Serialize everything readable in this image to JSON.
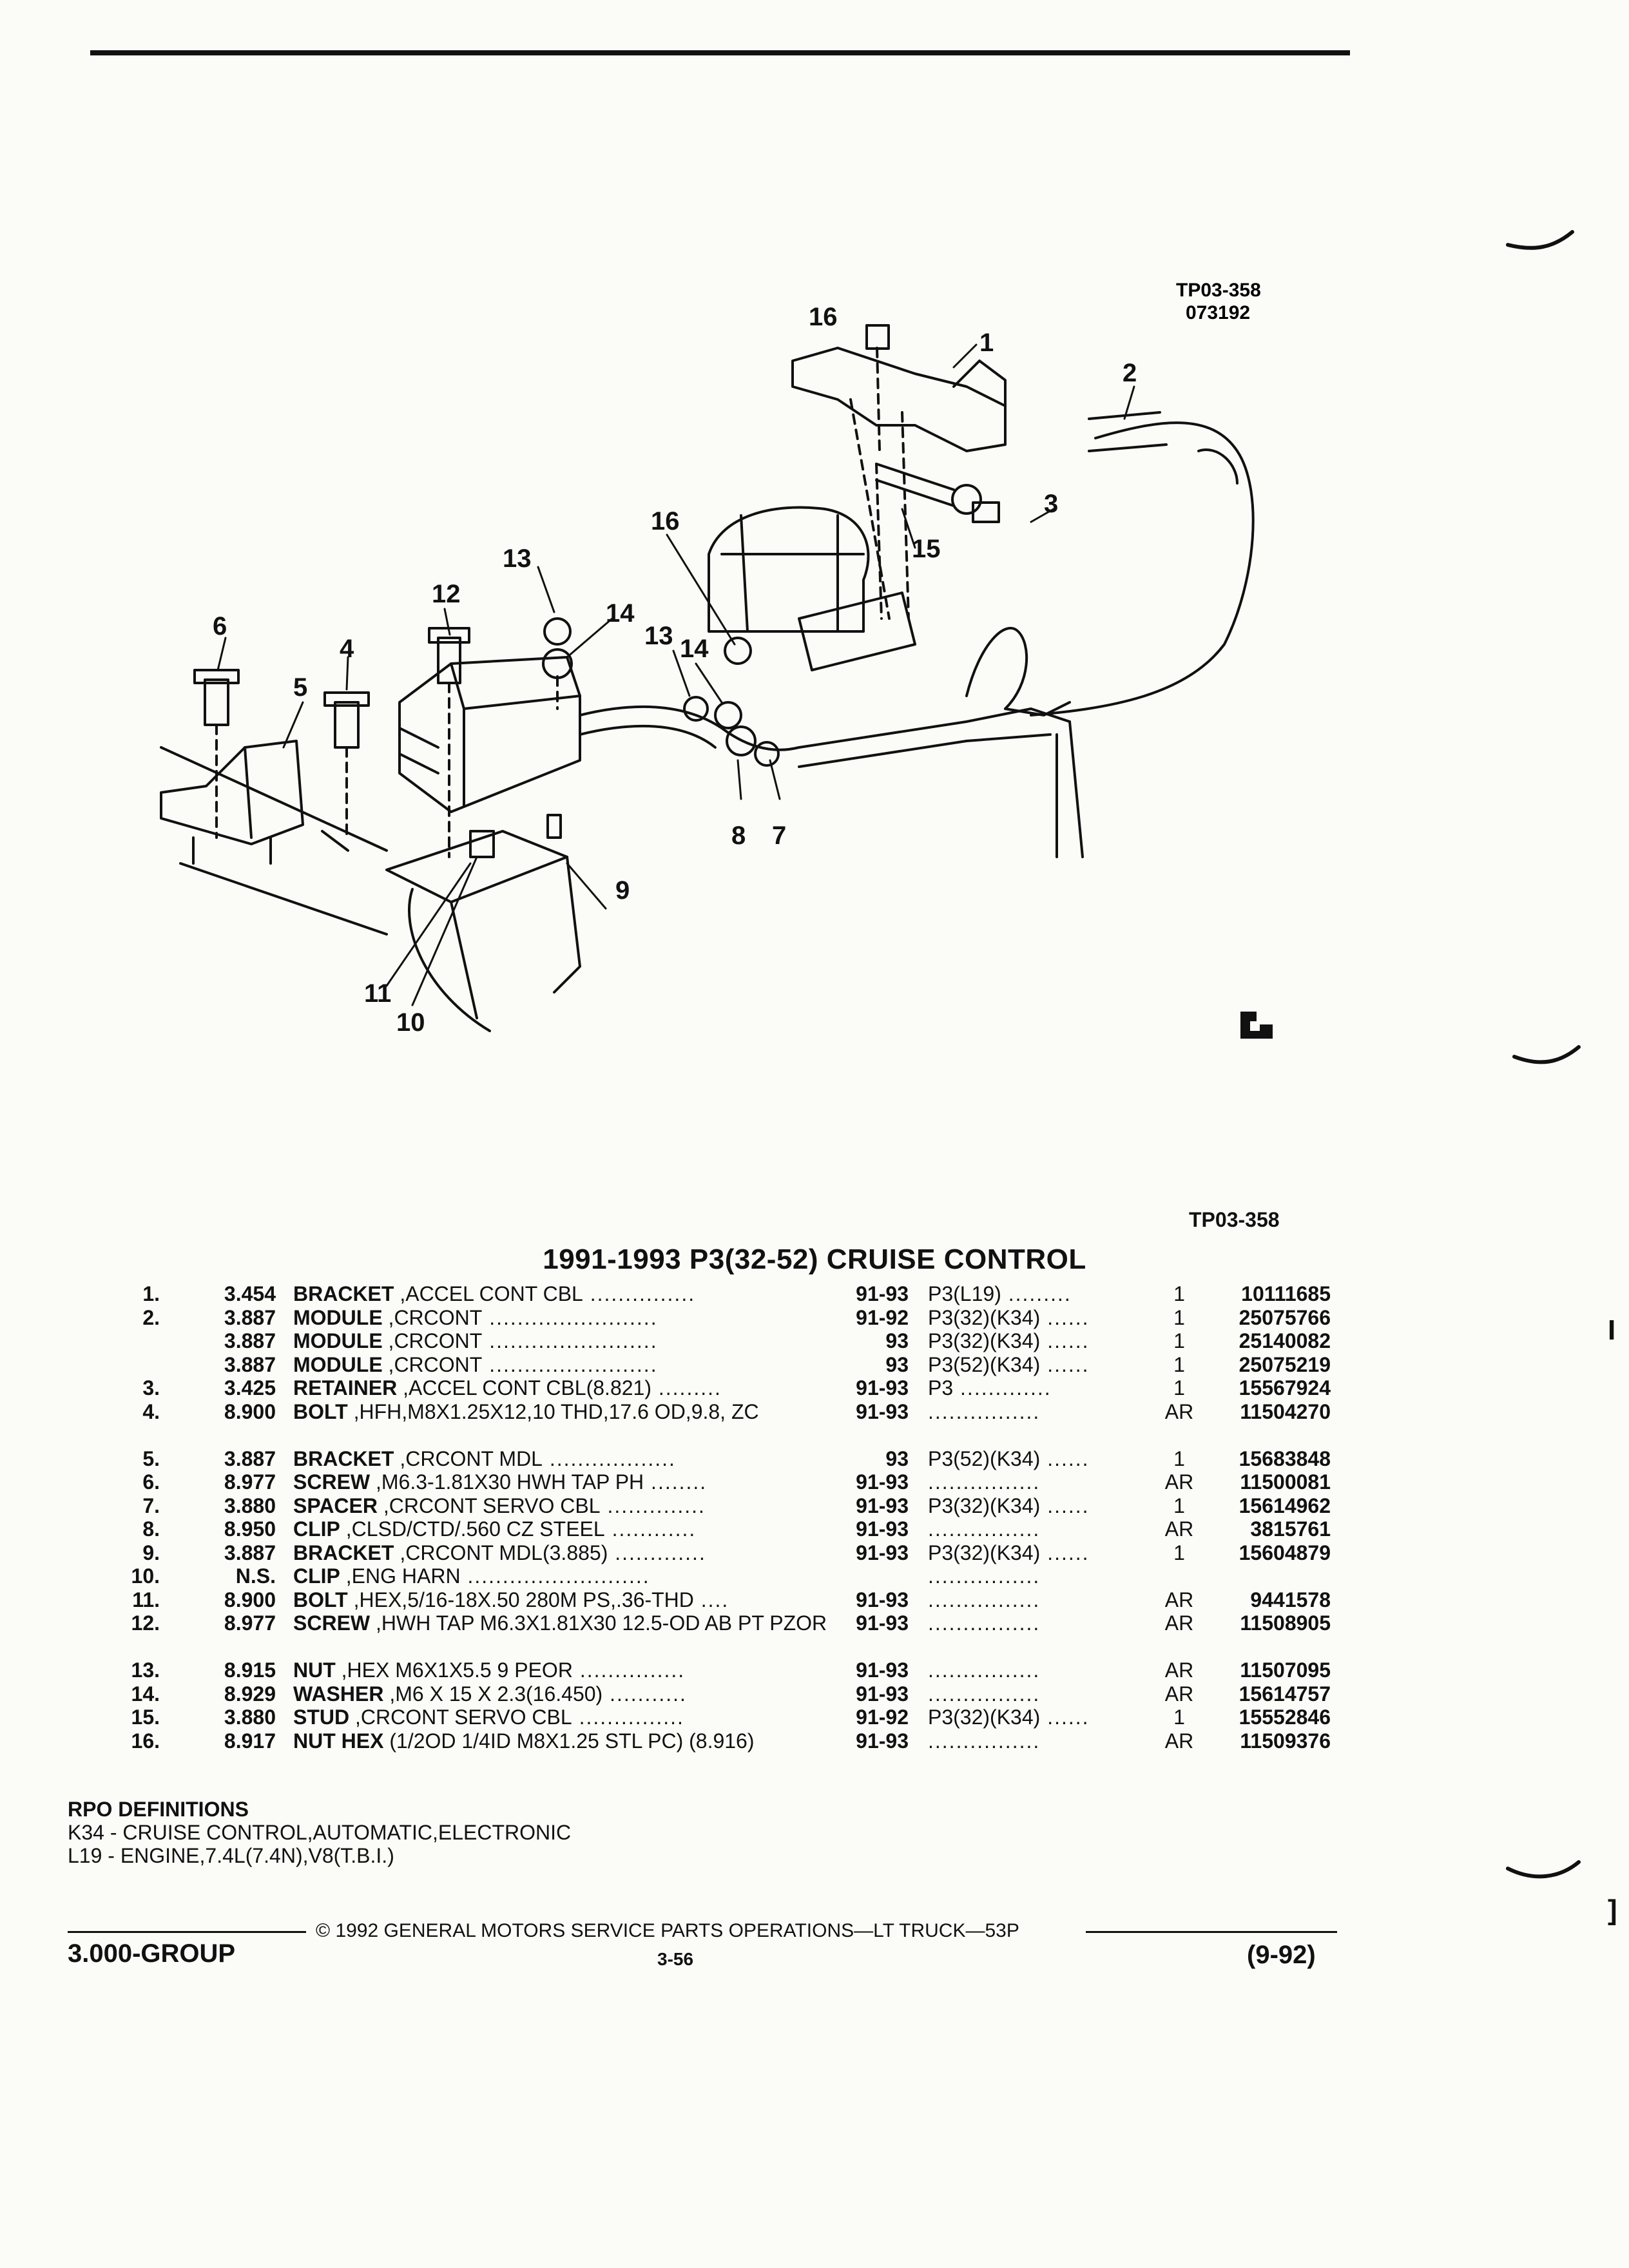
{
  "header": {
    "ref_code": "TP03-358",
    "date_code": "073192"
  },
  "illustration": {
    "callouts": [
      "1",
      "2",
      "3",
      "4",
      "5",
      "6",
      "7",
      "8",
      "9",
      "10",
      "11",
      "12",
      "13",
      "14",
      "15",
      "16"
    ]
  },
  "ref_code_right": "TP03-358",
  "title": "1991-1993 P3(32-52) CRUISE CONTROL",
  "rows": [
    {
      "num": "1.",
      "grp": "3.454",
      "name": "BRACKET",
      "desc": " ,ACCEL CONT CBL",
      "dots1": " ...............",
      "yr": "91-93",
      "mod": "P3(L19)",
      "dots2": " .........",
      "qty": "1",
      "part": "10111685"
    },
    {
      "num": "2.",
      "grp": "3.887",
      "name": "MODULE",
      "desc": " ,CRCONT",
      "dots1": " ........................",
      "yr": "91-92",
      "mod": "P3(32)(K34)",
      "dots2": " ......",
      "qty": "1",
      "part": "25075766"
    },
    {
      "num": "",
      "grp": "3.887",
      "name": "MODULE",
      "desc": " ,CRCONT",
      "dots1": " ........................",
      "yr": "93",
      "mod": "P3(32)(K34)",
      "dots2": " ......",
      "qty": "1",
      "part": "25140082"
    },
    {
      "num": "",
      "grp": "3.887",
      "name": "MODULE",
      "desc": " ,CRCONT",
      "dots1": " ........................",
      "yr": "93",
      "mod": "P3(52)(K34)",
      "dots2": " ......",
      "qty": "1",
      "part": "25075219"
    },
    {
      "num": "3.",
      "grp": "3.425",
      "name": "RETAINER",
      "desc": " ,ACCEL CONT CBL(8.821)",
      "dots1": " .........",
      "yr": "91-93",
      "mod": "P3",
      "dots2": " .............",
      "qty": "1",
      "part": "15567924"
    },
    {
      "num": "4.",
      "grp": "8.900",
      "name": "BOLT",
      "desc": " ,HFH,M8X1.25X12,10 THD,17.6 OD,9.8, ZC",
      "dots1": "",
      "yr": "91-93",
      "mod": "",
      "dots2": "................",
      "qty": "AR",
      "part": "11504270",
      "tall": true
    },
    {
      "num": "5.",
      "grp": "3.887",
      "name": "BRACKET",
      "desc": " ,CRCONT MDL",
      "dots1": " ..................",
      "yr": "93",
      "mod": "P3(52)(K34)",
      "dots2": " ......",
      "qty": "1",
      "part": "15683848"
    },
    {
      "num": "6.",
      "grp": "8.977",
      "name": "SCREW",
      "desc": " ,M6.3-1.81X30 HWH TAP PH",
      "dots1": " ........",
      "yr": "91-93",
      "mod": "",
      "dots2": "................",
      "qty": "AR",
      "part": "11500081"
    },
    {
      "num": "7.",
      "grp": "3.880",
      "name": "SPACER",
      "desc": " ,CRCONT SERVO CBL",
      "dots1": " ..............",
      "yr": "91-93",
      "mod": "P3(32)(K34)",
      "dots2": " ......",
      "qty": "1",
      "part": "15614962"
    },
    {
      "num": "8.",
      "grp": "8.950",
      "name": "CLIP",
      "desc": " ,CLSD/CTD/.560 CZ STEEL",
      "dots1": " ............",
      "yr": "91-93",
      "mod": "",
      "dots2": "................",
      "qty": "AR",
      "part": "3815761"
    },
    {
      "num": "9.",
      "grp": "3.887",
      "name": "BRACKET",
      "desc": " ,CRCONT MDL(3.885)",
      "dots1": " .............",
      "yr": "91-93",
      "mod": "P3(32)(K34)",
      "dots2": " ......",
      "qty": "1",
      "part": "15604879"
    },
    {
      "num": "10.",
      "grp": "N.S.",
      "name": "CLIP",
      "desc": " ,ENG HARN",
      "dots1": " ..........................",
      "yr": "",
      "mod": "",
      "dots2": "................",
      "qty": "",
      "part": ""
    },
    {
      "num": "11.",
      "grp": "8.900",
      "name": "BOLT",
      "desc": " ,HEX,5/16-18X.50 280M PS,.36-THD",
      "dots1": " ....",
      "yr": "91-93",
      "mod": "",
      "dots2": "................",
      "qty": "AR",
      "part": "9441578"
    },
    {
      "num": "12.",
      "grp": "8.977",
      "name": "SCREW",
      "desc": " ,HWH TAP M6.3X1.81X30 12.5-OD AB PT PZOR",
      "dots1": "",
      "yr": "91-93",
      "mod": "",
      "dots2": "................",
      "qty": "AR",
      "part": "11508905",
      "tall": true
    },
    {
      "num": "13.",
      "grp": "8.915",
      "name": "NUT",
      "desc": " ,HEX M6X1X5.5 9 PEOR",
      "dots1": " ...............",
      "yr": "91-93",
      "mod": "",
      "dots2": "................",
      "qty": "AR",
      "part": "11507095"
    },
    {
      "num": "14.",
      "grp": "8.929",
      "name": "WASHER",
      "desc": " ,M6 X 15 X 2.3(16.450)",
      "dots1": " ...........",
      "yr": "91-93",
      "mod": "",
      "dots2": "................",
      "qty": "AR",
      "part": "15614757"
    },
    {
      "num": "15.",
      "grp": "3.880",
      "name": "STUD",
      "desc": " ,CRCONT SERVO CBL",
      "dots1": " ...............",
      "yr": "91-92",
      "mod": "P3(32)(K34)",
      "dots2": " ......",
      "qty": "1",
      "part": "15552846"
    },
    {
      "num": "16.",
      "grp": "8.917",
      "name": "NUT HEX",
      "desc": " (1/2OD 1/4ID M8X1.25 STL PC) (8.916)",
      "dots1": "",
      "yr": "91-93",
      "mod": "",
      "dots2": "................",
      "qty": "AR",
      "part": "11509376",
      "tall": true
    }
  ],
  "rpo": {
    "heading": "RPO DEFINITIONS",
    "items": [
      "K34 - CRUISE CONTROL,AUTOMATIC,ELECTRONIC",
      "L19 - ENGINE,7.4L(7.4N),V8(T.B.I.)"
    ]
  },
  "footer": {
    "copyright": "© 1992 GENERAL MOTORS SERVICE PARTS OPERATIONS—LT TRUCK—53P",
    "group": "3.000-GROUP",
    "page": "3-56",
    "date": "(9-92)"
  },
  "margin_marks": [
    "I",
    "]"
  ]
}
